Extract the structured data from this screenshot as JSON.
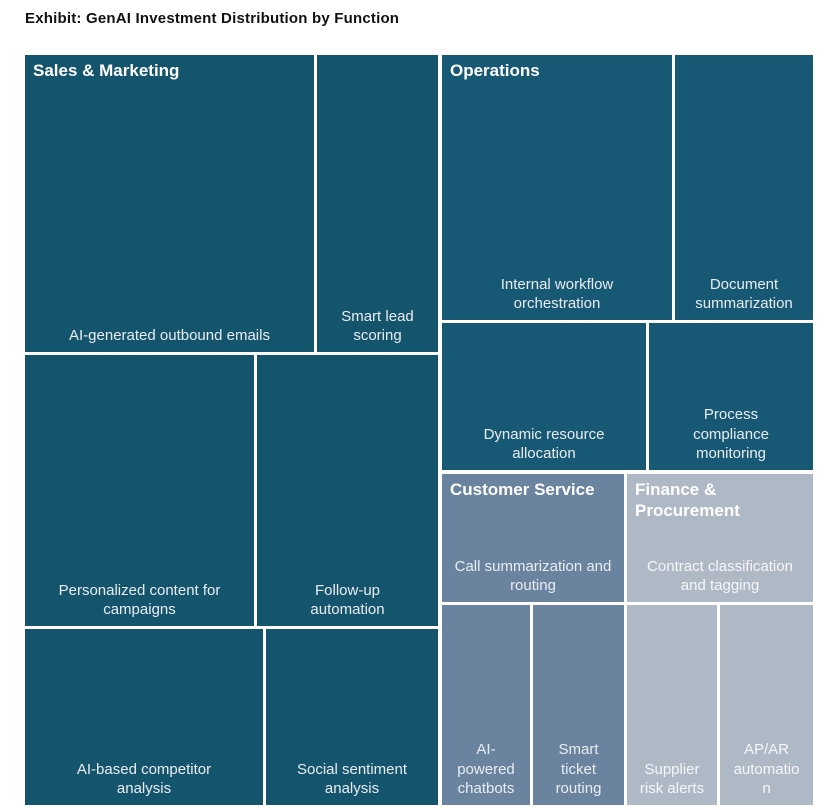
{
  "title": "Exhibit: GenAI Investment Distribution by Function",
  "chart_data": {
    "type": "treemap",
    "title": "Exhibit: GenAI Investment Distribution by Function",
    "legend": "none",
    "note": "Cell areas encode relative investment size; no numeric values are labeled in the figure.",
    "groups": [
      {
        "name": "Sales & Marketing",
        "color": "#14546D",
        "cells": [
          {
            "label": "AI-generated outbound emails"
          },
          {
            "label": "Smart lead scoring"
          },
          {
            "label": "Personalized content for campaigns"
          },
          {
            "label": "Follow-up automation"
          },
          {
            "label": "AI-based competitor analysis"
          },
          {
            "label": "Social sentiment analysis"
          }
        ]
      },
      {
        "name": "Operations",
        "color": "#175874",
        "cells": [
          {
            "label": "Internal workflow orchestration"
          },
          {
            "label": "Document summarization"
          },
          {
            "label": "Dynamic resource allocation"
          },
          {
            "label": "Process compliance monitoring"
          }
        ]
      },
      {
        "name": "Customer Service",
        "color": "#6A84A0",
        "cells": [
          {
            "label": "Call summarization and routing"
          },
          {
            "label": "AI-powered chatbots"
          },
          {
            "label": "Smart ticket routing"
          }
        ]
      },
      {
        "name": "Finance & Procurement",
        "color": "#AFB9C5",
        "cells": [
          {
            "label": "Contract classification and tagging"
          },
          {
            "label": "Supplier risk alerts"
          },
          {
            "label": "AP/AR automation"
          }
        ]
      }
    ]
  }
}
